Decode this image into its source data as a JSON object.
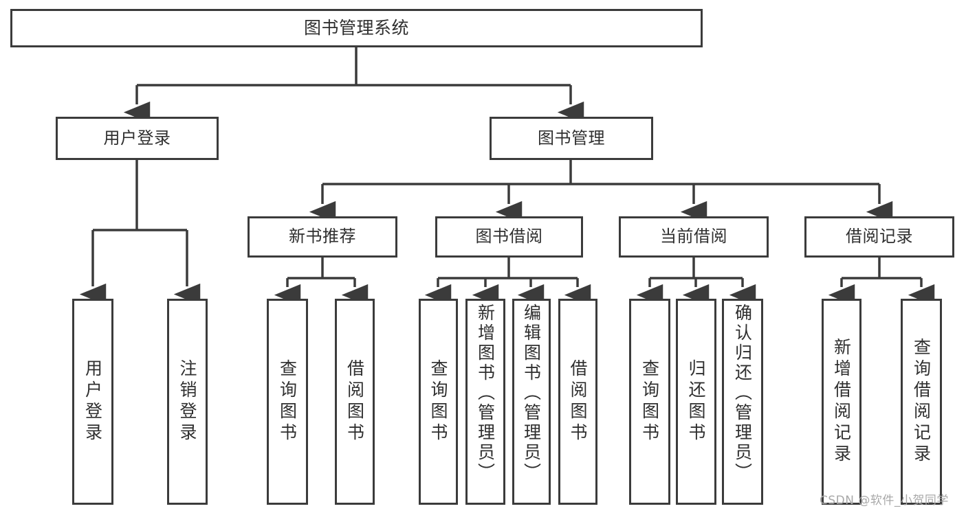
{
  "diagram": {
    "title": "图书管理系统",
    "type": "功能结构图",
    "root": {
      "id": "root",
      "label": "图书管理系统"
    },
    "level2": [
      {
        "id": "user-login",
        "label": "用户登录"
      },
      {
        "id": "book-mgmt",
        "label": "图书管理"
      }
    ],
    "level3": [
      {
        "id": "new-rec",
        "label": "新书推荐",
        "parent": "book-mgmt"
      },
      {
        "id": "borrow",
        "label": "图书借阅",
        "parent": "book-mgmt"
      },
      {
        "id": "current",
        "label": "当前借阅",
        "parent": "book-mgmt"
      },
      {
        "id": "record",
        "label": "借阅记录",
        "parent": "book-mgmt"
      }
    ],
    "leaves": [
      {
        "id": "leaf-user-login",
        "label": "用户登录",
        "parent": "user-login"
      },
      {
        "id": "leaf-user-logout",
        "label": "注销登录",
        "parent": "user-login"
      },
      {
        "id": "leaf-nr-query",
        "label": "查询图书",
        "parent": "new-rec"
      },
      {
        "id": "leaf-nr-borrow",
        "label": "借阅图书",
        "parent": "new-rec"
      },
      {
        "id": "leaf-bw-query",
        "label": "查询图书",
        "parent": "borrow"
      },
      {
        "id": "leaf-bw-add",
        "label": "新增图书（管理员）",
        "parent": "borrow"
      },
      {
        "id": "leaf-bw-edit",
        "label": "编辑图书（管理员）",
        "parent": "borrow"
      },
      {
        "id": "leaf-bw-borrow",
        "label": "借阅图书",
        "parent": "borrow"
      },
      {
        "id": "leaf-cu-query",
        "label": "查询图书",
        "parent": "current"
      },
      {
        "id": "leaf-cu-return",
        "label": "归还图书",
        "parent": "current"
      },
      {
        "id": "leaf-cu-confirm",
        "label": "确认归还（管理员）",
        "parent": "current"
      },
      {
        "id": "leaf-rc-add",
        "label": "新增借阅记录",
        "parent": "record"
      },
      {
        "id": "leaf-rc-query",
        "label": "查询借阅记录",
        "parent": "record"
      }
    ],
    "watermark": "CSDN @软件_小贺同学",
    "colors": {
      "stroke": "#3b3b3b",
      "text": "#2f2f2f",
      "background": "#ffffff",
      "watermark": "#a8a8a8"
    }
  }
}
